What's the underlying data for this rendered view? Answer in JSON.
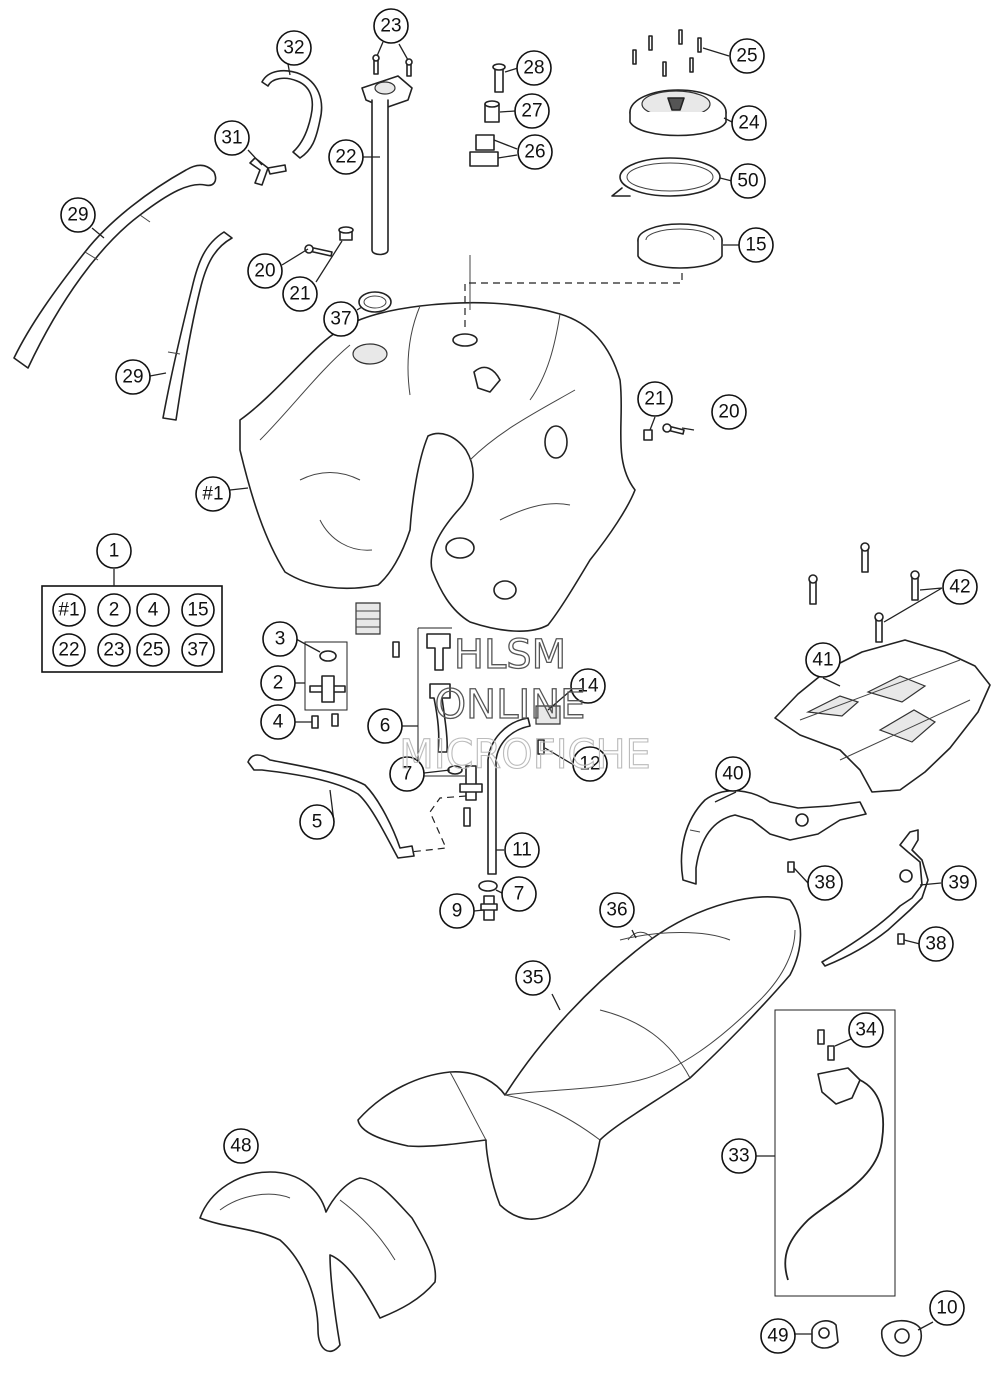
{
  "watermark": {
    "line1": "HLSM",
    "line2": "ONLINE",
    "line3": "MICROFICHE"
  },
  "kit": {
    "label": "1",
    "items": [
      "#1",
      "2",
      "4",
      "15",
      "22",
      "23",
      "25",
      "37"
    ]
  },
  "callouts": [
    {
      "id": "c23",
      "label": "23"
    },
    {
      "id": "c32",
      "label": "32"
    },
    {
      "id": "c28",
      "label": "28"
    },
    {
      "id": "c25",
      "label": "25"
    },
    {
      "id": "c27",
      "label": "27"
    },
    {
      "id": "c24",
      "label": "24"
    },
    {
      "id": "c31",
      "label": "31"
    },
    {
      "id": "c22",
      "label": "22"
    },
    {
      "id": "c26",
      "label": "26"
    },
    {
      "id": "c50",
      "label": "50"
    },
    {
      "id": "c29a",
      "label": "29"
    },
    {
      "id": "c15",
      "label": "15"
    },
    {
      "id": "c20a",
      "label": "20"
    },
    {
      "id": "c21a",
      "label": "21"
    },
    {
      "id": "c37",
      "label": "37"
    },
    {
      "id": "c29b",
      "label": "29"
    },
    {
      "id": "c21b",
      "label": "21"
    },
    {
      "id": "c20b",
      "label": "20"
    },
    {
      "id": "c1tank",
      "label": "#1"
    },
    {
      "id": "c42",
      "label": "42"
    },
    {
      "id": "c3",
      "label": "3"
    },
    {
      "id": "c41",
      "label": "41"
    },
    {
      "id": "c2",
      "label": "2"
    },
    {
      "id": "c14",
      "label": "14"
    },
    {
      "id": "c4",
      "label": "4"
    },
    {
      "id": "c6",
      "label": "6"
    },
    {
      "id": "c12",
      "label": "12"
    },
    {
      "id": "c7a",
      "label": "7"
    },
    {
      "id": "c40",
      "label": "40"
    },
    {
      "id": "c5",
      "label": "5"
    },
    {
      "id": "c11",
      "label": "11"
    },
    {
      "id": "c38a",
      "label": "38"
    },
    {
      "id": "c39",
      "label": "39"
    },
    {
      "id": "c7b",
      "label": "7"
    },
    {
      "id": "c9",
      "label": "9"
    },
    {
      "id": "c36",
      "label": "36"
    },
    {
      "id": "c38b",
      "label": "38"
    },
    {
      "id": "c35",
      "label": "35"
    },
    {
      "id": "c34",
      "label": "34"
    },
    {
      "id": "c48",
      "label": "48"
    },
    {
      "id": "c33",
      "label": "33"
    },
    {
      "id": "c10",
      "label": "10"
    },
    {
      "id": "c49",
      "label": "49"
    }
  ]
}
